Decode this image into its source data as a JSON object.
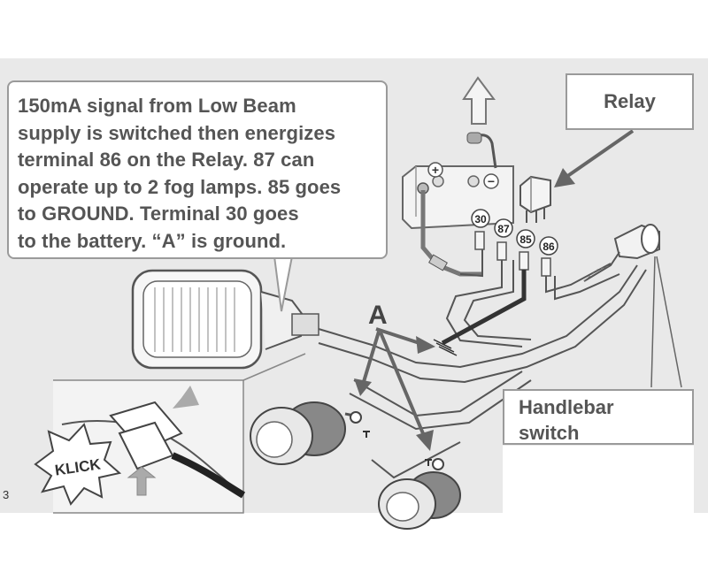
{
  "note": {
    "lines": [
      "150mA signal from Low Beam",
      "supply is switched then energizes",
      "terminal 86 on the Relay. 87 can",
      "operate up to 2 fog lamps. 85 goes",
      "to GROUND.  Terminal 30 goes",
      "to the battery.  “A” is ground."
    ]
  },
  "relay_label": "Relay",
  "switch_label": {
    "line1": "Handlebar",
    "line2": "switch"
  },
  "terminals": {
    "t30": "30",
    "t87": "87",
    "t85": "85",
    "t86": "86"
  },
  "ground_label": "A",
  "battery": {
    "plus": "+",
    "minus": "−"
  },
  "klick_label": "KLICK",
  "page_number": "3",
  "colors": {
    "background": "#e9e9e9",
    "line": "#555555",
    "callout_text": "#555555"
  }
}
